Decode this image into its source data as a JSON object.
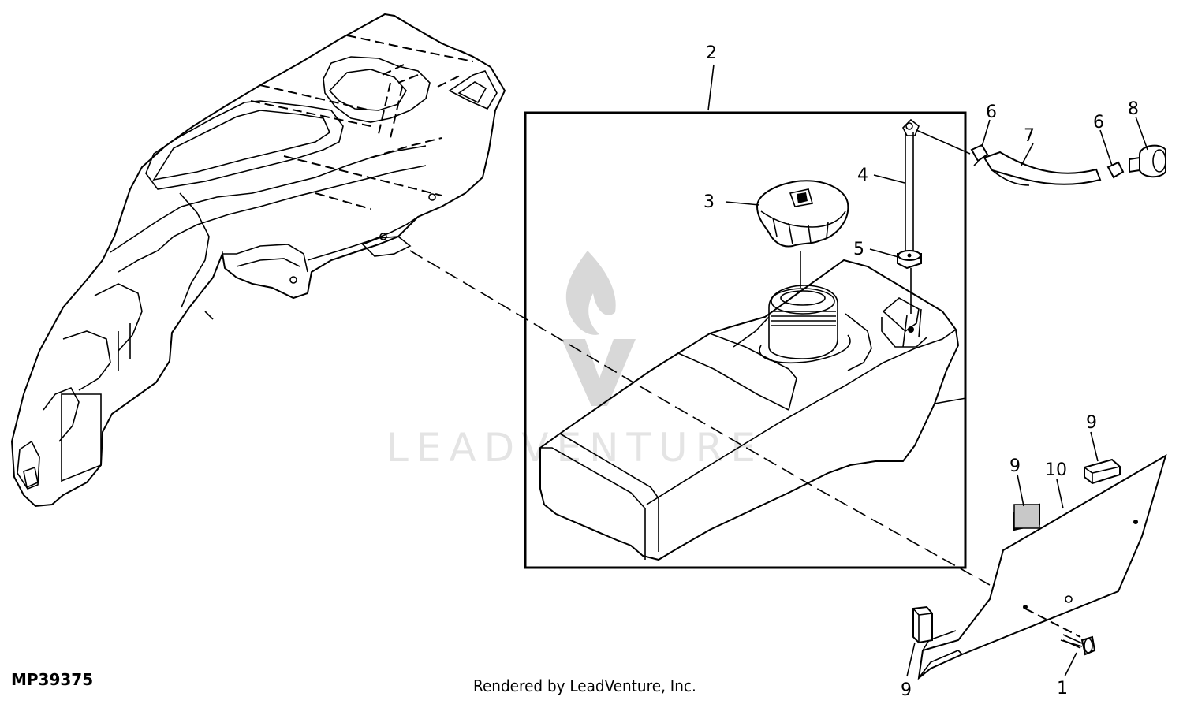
{
  "figure_id": "MP39375",
  "credit": "Rendered by LeadVenture, Inc.",
  "watermark": "LEADVENTURE",
  "callouts": {
    "c1": "1",
    "c2": "2",
    "c3": "3",
    "c4": "4",
    "c5": "5",
    "c6a": "6",
    "c6b": "6",
    "c7": "7",
    "c8": "8",
    "c9a": "9",
    "c9b": "9",
    "c9c": "9",
    "c10": "10"
  }
}
